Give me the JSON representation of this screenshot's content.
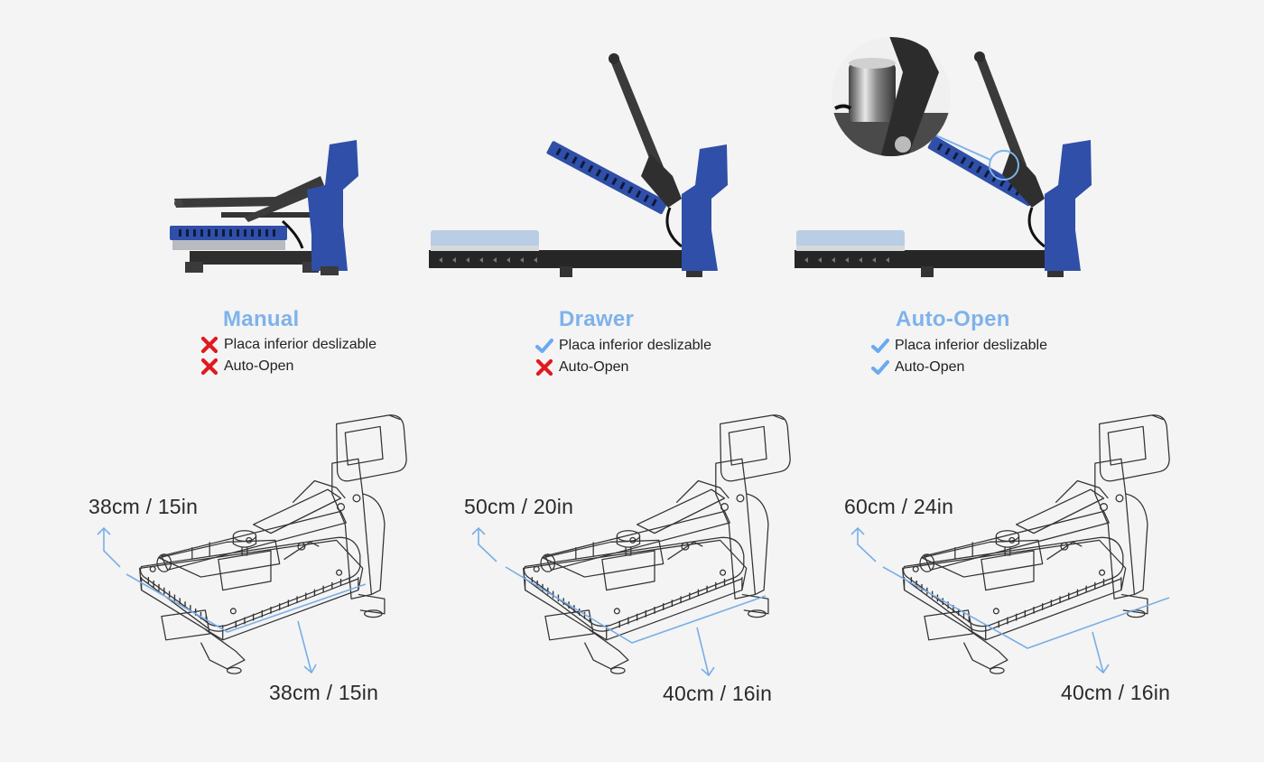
{
  "colors": {
    "background": "#f4f4f4",
    "title": "#7fb2ea",
    "check": "#6aaaf0",
    "cross": "#e0191f",
    "machine_blue": "#2f4fa8",
    "machine_dark": "#3a3a3a",
    "dimension_line": "#7aaee6"
  },
  "models": [
    {
      "title": "Manual",
      "features": [
        {
          "label": "Placa inferior deslizable",
          "status": "no",
          "icon": "cross-icon"
        },
        {
          "label": "Auto-Open",
          "status": "no",
          "icon": "cross-icon"
        }
      ],
      "dimensions": {
        "width_label": "38cm / 15in",
        "depth_label": "38cm / 15in"
      }
    },
    {
      "title": "Drawer",
      "features": [
        {
          "label": "Placa inferior deslizable",
          "status": "yes",
          "icon": "check-icon"
        },
        {
          "label": "Auto-Open",
          "status": "no",
          "icon": "cross-icon"
        }
      ],
      "dimensions": {
        "width_label": "50cm / 20in",
        "depth_label": "40cm / 16in"
      }
    },
    {
      "title": "Auto-Open",
      "features": [
        {
          "label": "Placa inferior deslizable",
          "status": "yes",
          "icon": "check-icon"
        },
        {
          "label": "Auto-Open",
          "status": "yes",
          "icon": "check-icon"
        }
      ],
      "dimensions": {
        "width_label": "60cm / 24in",
        "depth_label": "40cm / 16in"
      }
    }
  ]
}
